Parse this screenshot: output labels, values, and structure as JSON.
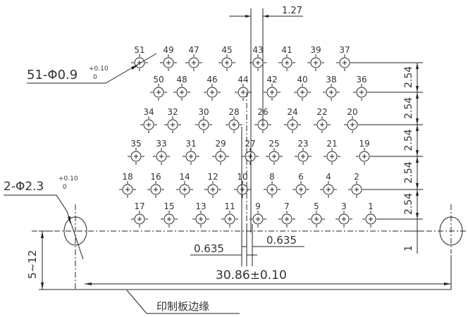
{
  "pins": [
    {
      "rows": [
        {
          "row": 1,
          "labels": [
            "51",
            "49",
            "47",
            "45",
            "43",
            "41",
            "39",
            "37"
          ]
        },
        {
          "row": 2,
          "labels": [
            "50",
            "48",
            "46",
            "44",
            "42",
            "40",
            "38",
            "36"
          ]
        },
        {
          "row": 3,
          "labels": [
            "34",
            "32",
            "30",
            "28",
            "26",
            "24",
            "22",
            "20"
          ]
        },
        {
          "row": 4,
          "labels": [
            "35",
            "33",
            "31",
            "29",
            "27",
            "25",
            "23",
            "21",
            "19"
          ]
        },
        {
          "row": 5,
          "labels": [
            "18",
            "16",
            "14",
            "12",
            "10",
            "8",
            "6",
            "4",
            "2"
          ]
        },
        {
          "row": 6,
          "labels": [
            "17",
            "15",
            "13",
            "11",
            "9",
            "7",
            "5",
            "3",
            "1"
          ]
        }
      ]
    }
  ],
  "annotations": {
    "pin_hole": "51-Φ0.9",
    "pin_hole_tol_upper": "+0.10",
    "pin_hole_tol_lower": "0",
    "mount_hole": "2-Φ2.3",
    "mount_hole_tol_upper": "+0.10",
    "mount_hole_tol_lower": "0",
    "pitch_half": "1.27",
    "row_pitch": [
      "2.54",
      "2.54",
      "2.54",
      "2.54",
      "2.54"
    ],
    "offset_row": "1",
    "offset_left": "0.635",
    "offset_right": "0.635",
    "span": "30.86±0.10",
    "edge_distance": "5~12",
    "pcb_edge": "印制板边缘"
  }
}
